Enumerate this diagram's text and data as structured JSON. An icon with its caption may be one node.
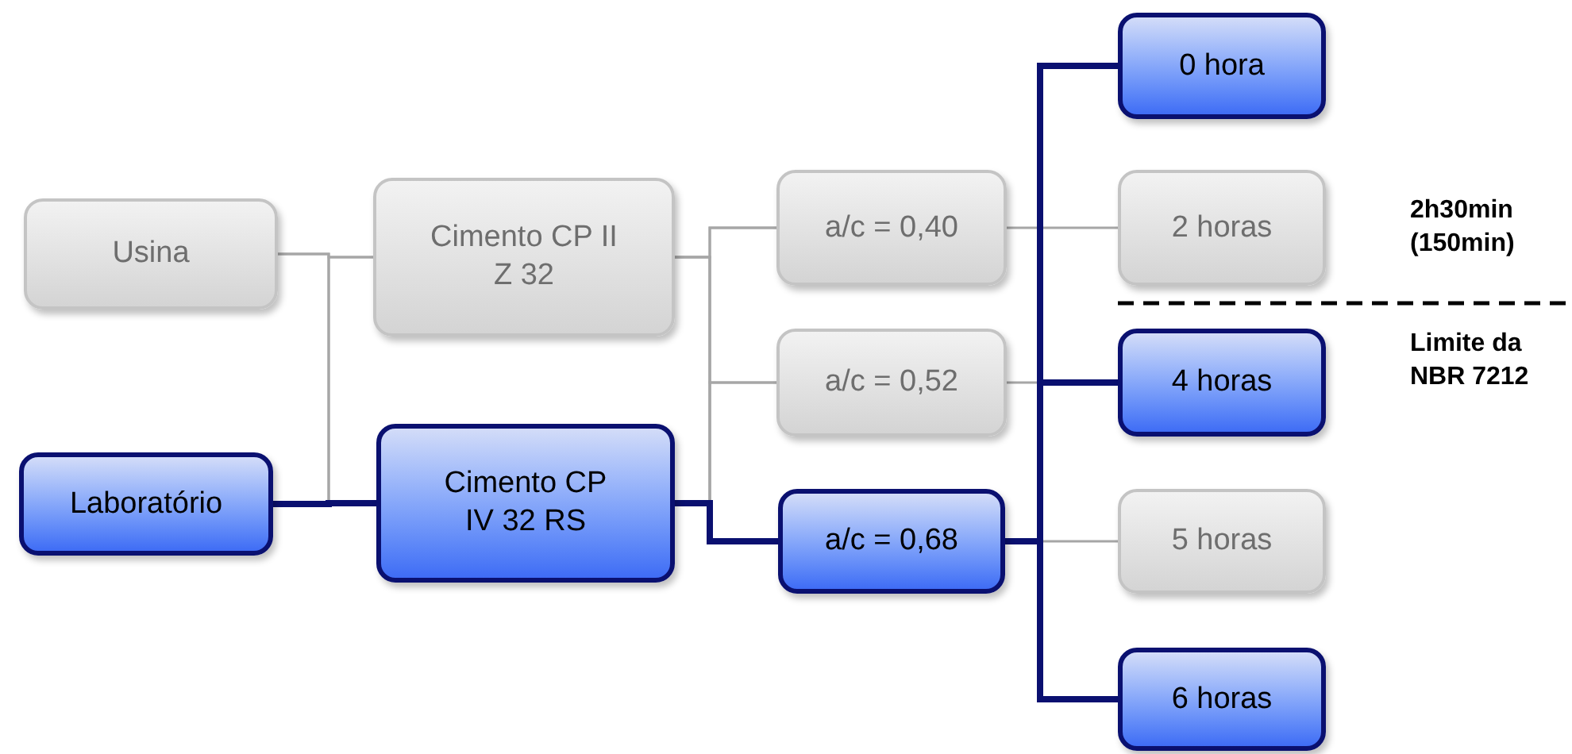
{
  "diagram": {
    "nodes": [
      {
        "text": [
          "Usina"
        ]
      },
      {
        "text": [
          "Laboratório"
        ]
      },
      {
        "text": [
          "Cimento CP II Z 32"
        ]
      },
      {
        "text": [
          "Cimento CP IV 32 RS"
        ]
      },
      {
        "text": [
          "a/c = 0,40"
        ]
      },
      {
        "text": [
          "a/c = 0,52"
        ]
      },
      {
        "text": [
          "a/c = 0,68"
        ]
      },
      {
        "text": [
          "0 hora"
        ]
      },
      {
        "text": [
          "2 horas"
        ]
      },
      {
        "text": [
          "4 horas"
        ]
      },
      {
        "text": [
          "5 horas"
        ]
      },
      {
        "text": [
          "6 horas"
        ]
      }
    ],
    "edges": [
      {
        "from": 0,
        "to": 2,
        "arrow": "none"
      },
      {
        "from": 0,
        "to": 3,
        "arrow": "none"
      },
      {
        "from": 1,
        "to": 2,
        "arrow": "none"
      },
      {
        "from": 1,
        "to": 3,
        "arrow": "none",
        "style": "thick",
        "color": "#0a1070"
      },
      {
        "from": 2,
        "to": 4,
        "arrow": "none"
      },
      {
        "from": 2,
        "to": 5,
        "arrow": "none"
      },
      {
        "from": 2,
        "to": 6,
        "arrow": "none"
      },
      {
        "from": 3,
        "to": 4,
        "arrow": "none"
      },
      {
        "from": 3,
        "to": 5,
        "arrow": "none"
      },
      {
        "from": 3,
        "to": 6,
        "arrow": "none",
        "style": "thick",
        "color": "#0a1070"
      },
      {
        "from": 4,
        "to": 8,
        "arrow": "none"
      },
      {
        "from": 5,
        "to": 9,
        "arrow": "none"
      },
      {
        "from": 6,
        "to": 7,
        "arrow": "none",
        "style": "thick",
        "color": "#0a1070"
      },
      {
        "from": 6,
        "to": 9,
        "arrow": "none",
        "style": "thick",
        "color": "#0a1070"
      },
      {
        "from": 6,
        "to": 10,
        "arrow": "none"
      },
      {
        "from": 6,
        "to": 11,
        "arrow": "none",
        "style": "thick",
        "color": "#0a1070"
      }
    ],
    "labels": [
      "2h30min (150min)",
      "Limite da NBR 7212"
    ]
  }
}
